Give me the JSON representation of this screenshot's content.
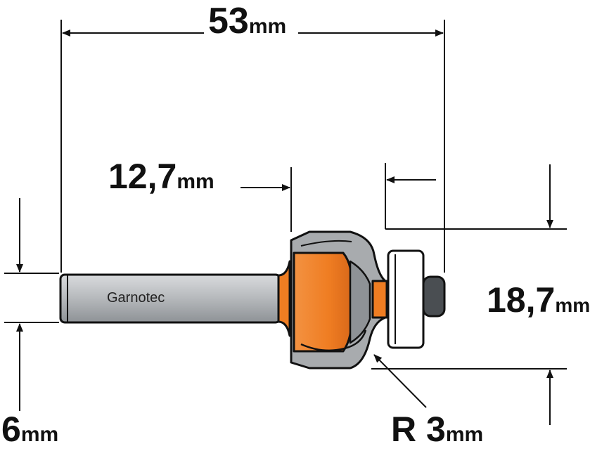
{
  "dimensions": {
    "overall_length": {
      "value": "53",
      "unit": "mm"
    },
    "cutting_length": {
      "value": "12,7",
      "unit": "mm"
    },
    "diameter": {
      "value": "18,7",
      "unit": "mm"
    },
    "shank": {
      "value": "6",
      "unit": "mm"
    },
    "radius": {
      "value": "R 3",
      "unit": "mm"
    }
  },
  "shank_text": "Garnotec",
  "colors": {
    "line": "#111111",
    "cutter_orange": "#ef7d22",
    "steel": "#a8abae",
    "steel_dark": "#6e7276",
    "bearing": "#ffffff"
  }
}
